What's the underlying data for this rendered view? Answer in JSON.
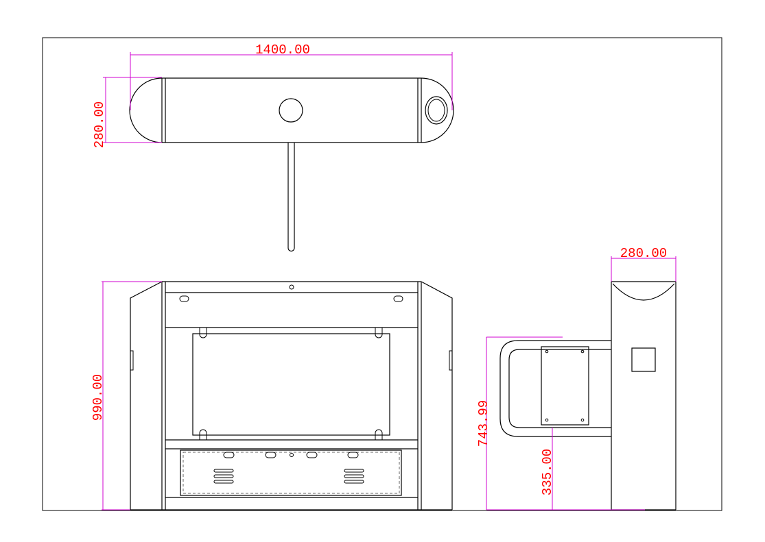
{
  "colors": {
    "dimension_text": "#ff0000",
    "dimension_line": "#d000d0",
    "outline": "#000000",
    "background": "#ffffff"
  },
  "dimensions": {
    "top_width": "1400.00",
    "top_depth": "280.00",
    "front_height": "990.00",
    "side_width": "280.00",
    "side_arm_height": "743.99",
    "side_arm_bottom": "335.00"
  }
}
